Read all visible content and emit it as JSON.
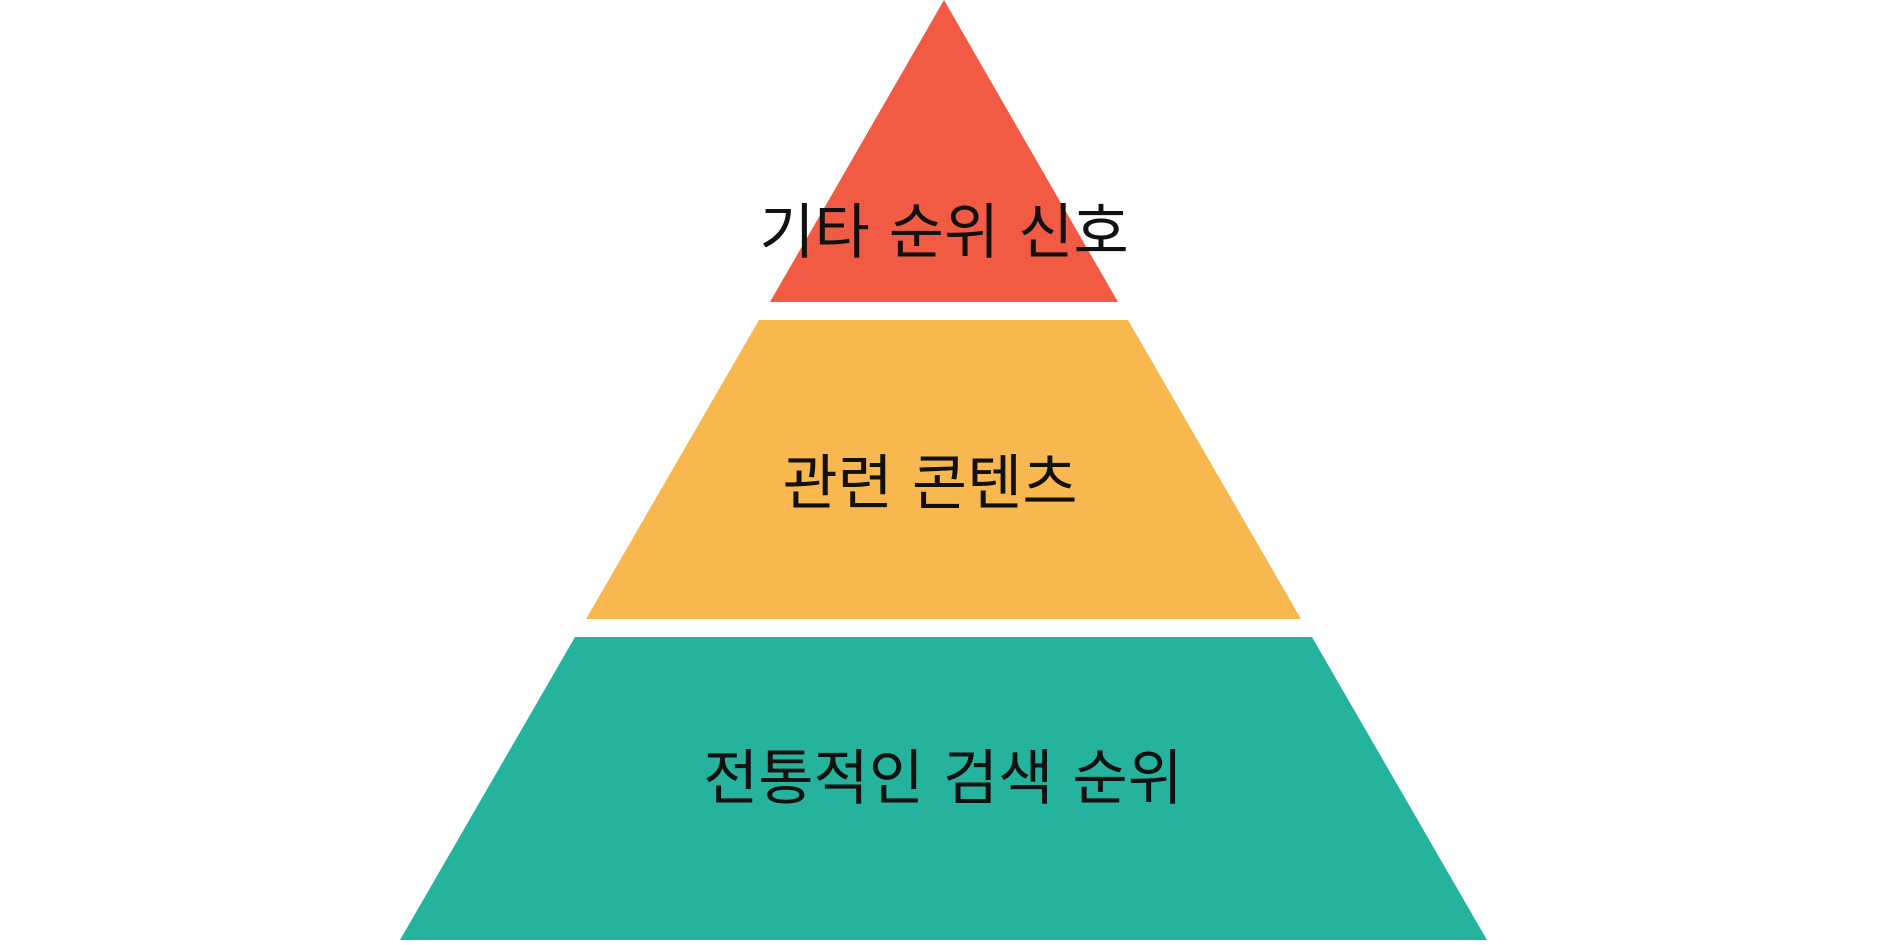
{
  "diagram": {
    "type": "pyramid",
    "tiers": [
      {
        "label": "기타 순위 신호",
        "color": "#F15A43",
        "level": "top"
      },
      {
        "label": "관련 콘텐츠",
        "color": "#F8B84F",
        "level": "middle"
      },
      {
        "label": "전통적인 검색 순위",
        "color": "#25B39E",
        "level": "bottom"
      }
    ]
  }
}
